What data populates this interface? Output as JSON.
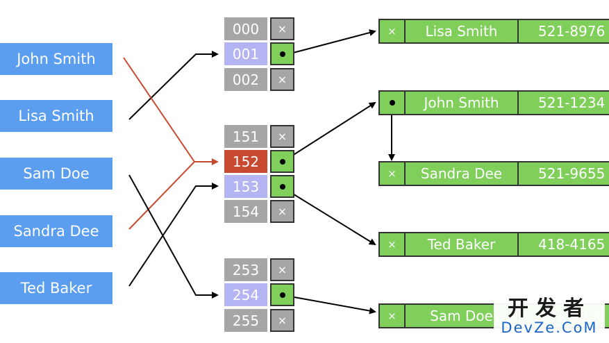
{
  "keys": [
    "John Smith",
    "Lisa Smith",
    "Sam Doe",
    "Sandra Dee",
    "Ted Baker"
  ],
  "buckets": {
    "group1": [
      "000",
      "001",
      "002"
    ],
    "group2": [
      "151",
      "152",
      "153",
      "154"
    ],
    "group3": [
      "253",
      "254",
      "255"
    ]
  },
  "null_symbol": "×",
  "entries": [
    {
      "name": "Lisa Smith",
      "phone": "521-8976"
    },
    {
      "name": "John Smith",
      "phone": "521-1234"
    },
    {
      "name": "Sandra Dee",
      "phone": "521-9655"
    },
    {
      "name": "Ted Baker",
      "phone": "418-4165"
    },
    {
      "name": "Sam Doe",
      "phone": "521-5030"
    }
  ],
  "watermark": {
    "cn": "开发者",
    "en": "DevZe.CoM"
  },
  "colors": {
    "key": "#5b9ef0",
    "bucket": "#a6a6a6",
    "bucket_highlight": "#b4b4f2",
    "collision": "#c8492f",
    "entry": "#7fcf5a"
  }
}
